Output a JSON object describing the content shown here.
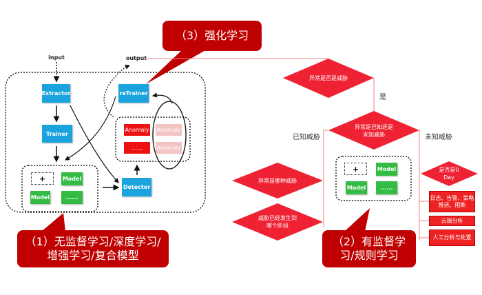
{
  "callouts": {
    "reinforcement": "（3）强化学习",
    "unsupervised": "（1）无监督学习/深度学习/增强学习/复合模型",
    "supervised": "（2）有监督学习/规则学习"
  },
  "pipeline": {
    "input_label": "input",
    "output_label": "output",
    "extractor": "Extractor",
    "trainer": "Trainer",
    "retrainer": "reTrainer",
    "detector": "Detector",
    "models": {
      "plus": "+",
      "model_a": "Model",
      "model_b": "Model",
      "more": "......"
    },
    "anomalies": {
      "anomaly_1": "Anomaly",
      "more": "......",
      "anomaly_faded_1": "Anomaly",
      "anomaly_faded_2": "Anomaly"
    }
  },
  "flow": {
    "q_is_threat": "异常是否是威胁",
    "yes_label": "是",
    "q_known_unknown": "异常是已知还是未知威胁",
    "known_label": "已知威胁",
    "unknown_label": "未知威胁",
    "q_which_threat": "异常是哪种威胁",
    "q_stage": "威胁已经发生到哪个阶段",
    "q_zero_day": "是否是0 Day",
    "actions": [
      "日志、告警、策略推送、阻断",
      "云端分析",
      "人工分析与处置"
    ],
    "models": {
      "plus": "+",
      "model_a": "Model",
      "model_b": "Model",
      "more": "......"
    }
  },
  "colors": {
    "callout": "#c00000",
    "diamond": "#ee2233",
    "blue": "#1aa3dc",
    "green": "#33bb44"
  }
}
